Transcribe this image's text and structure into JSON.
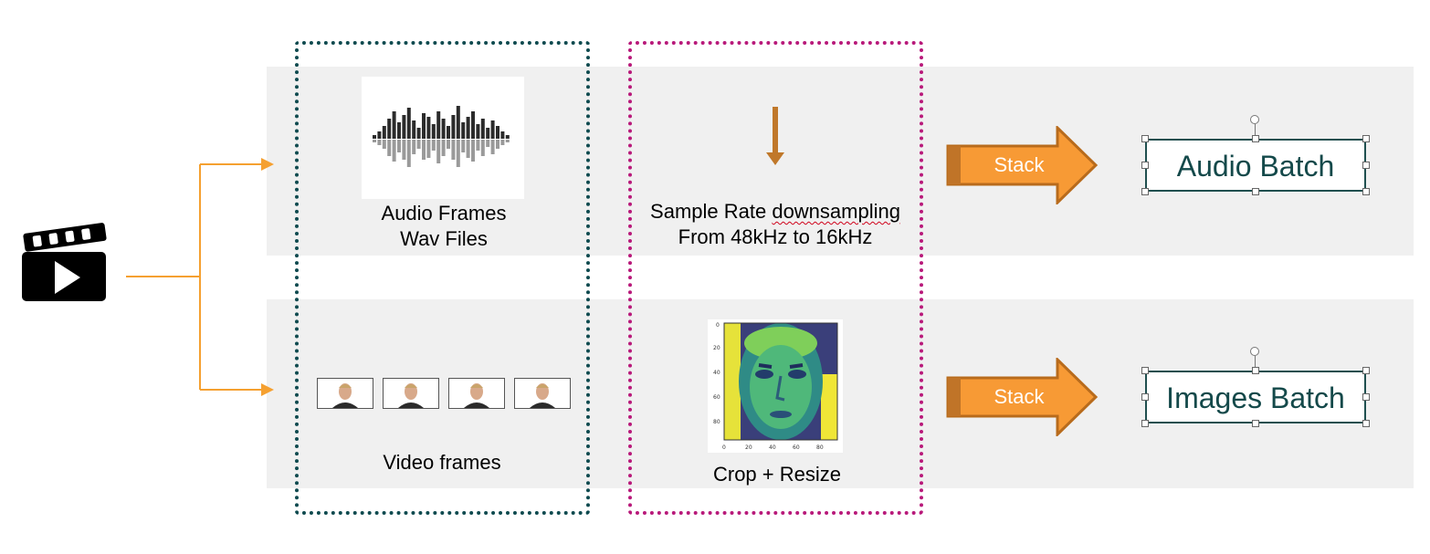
{
  "extract": {
    "audio_label_line1": "Audio Frames",
    "audio_label_line2": "Wav Files",
    "video_label": "Video frames"
  },
  "preprocess": {
    "audio_line1_a": "Sample Rate ",
    "audio_line1_b": "downsampling",
    "audio_line2": "From 48kHz to 16kHz",
    "video_label": "Crop + Resize"
  },
  "stack": {
    "audio_label": "Stack",
    "video_label": "Stack"
  },
  "output": {
    "audio_batch": "Audio Batch",
    "images_batch": "Images Batch"
  },
  "face_plot": {
    "y_ticks": [
      "0",
      "20",
      "40",
      "60",
      "80"
    ],
    "x_ticks": [
      "0",
      "20",
      "40",
      "60",
      "80"
    ]
  },
  "colors": {
    "input_arrow": "#f5a030",
    "extract_border": "#0e4a4f",
    "preproc_border": "#b8197a",
    "stack_arrow_fill": "#f79a35",
    "stack_arrow_outline": "#b86b1c",
    "batch_text": "#14494a"
  },
  "icons": {
    "input": "video-clapperboard-icon",
    "audio": "waveform-icon",
    "down_arrow": "arrow-down-icon"
  }
}
